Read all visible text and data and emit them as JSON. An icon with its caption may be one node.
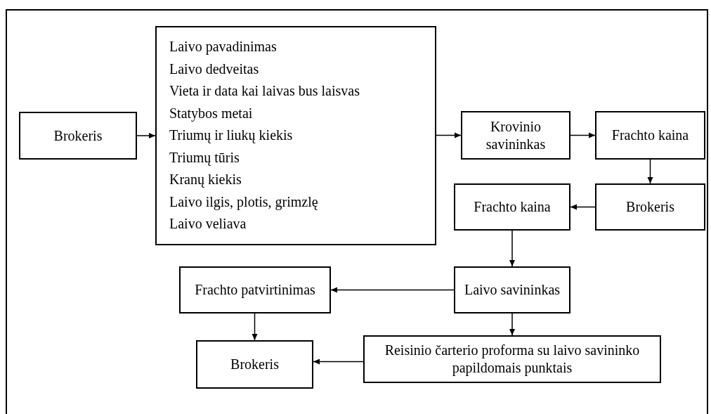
{
  "diagram": {
    "nodes": [
      {
        "text": [
          "Brokeris"
        ]
      },
      {
        "text": [
          "Laivo pavadinimas",
          "Laivo dedveitas",
          "Vieta ir data kai laivas bus laisvas",
          "Statybos metai",
          "Triumų ir liukų kiekis",
          "Triumų tūris",
          "Kranų kiekis",
          "Laivo ilgis, plotis, grimzlę",
          "Laivo veliava"
        ]
      },
      {
        "text": [
          "Krovinio savininkas"
        ]
      },
      {
        "text": [
          "Frachto kaina"
        ]
      },
      {
        "text": [
          "Brokeris"
        ]
      },
      {
        "text": [
          "Frachto kaina"
        ]
      },
      {
        "text": [
          "Laivo savininkas"
        ]
      },
      {
        "text": [
          "Frachto patvirtinimas"
        ]
      },
      {
        "text": [
          "Brokeris"
        ]
      },
      {
        "text": [
          "Reisinio čarterio proforma su laivo savininko papildomais punktais"
        ]
      }
    ],
    "edges": [
      {
        "from": 0,
        "to": 1,
        "arrow": "to"
      },
      {
        "from": 1,
        "to": 2,
        "arrow": "to"
      },
      {
        "from": 2,
        "to": 3,
        "arrow": "to"
      },
      {
        "from": 3,
        "to": 4,
        "arrow": "to"
      },
      {
        "from": 4,
        "to": 5,
        "arrow": "to"
      },
      {
        "from": 5,
        "to": 6,
        "arrow": "to"
      },
      {
        "from": 6,
        "to": 7,
        "arrow": "to"
      },
      {
        "from": 6,
        "to": 9,
        "arrow": "to"
      },
      {
        "from": 7,
        "to": 8,
        "arrow": "to"
      },
      {
        "from": 9,
        "to": 8,
        "arrow": "to"
      }
    ]
  }
}
